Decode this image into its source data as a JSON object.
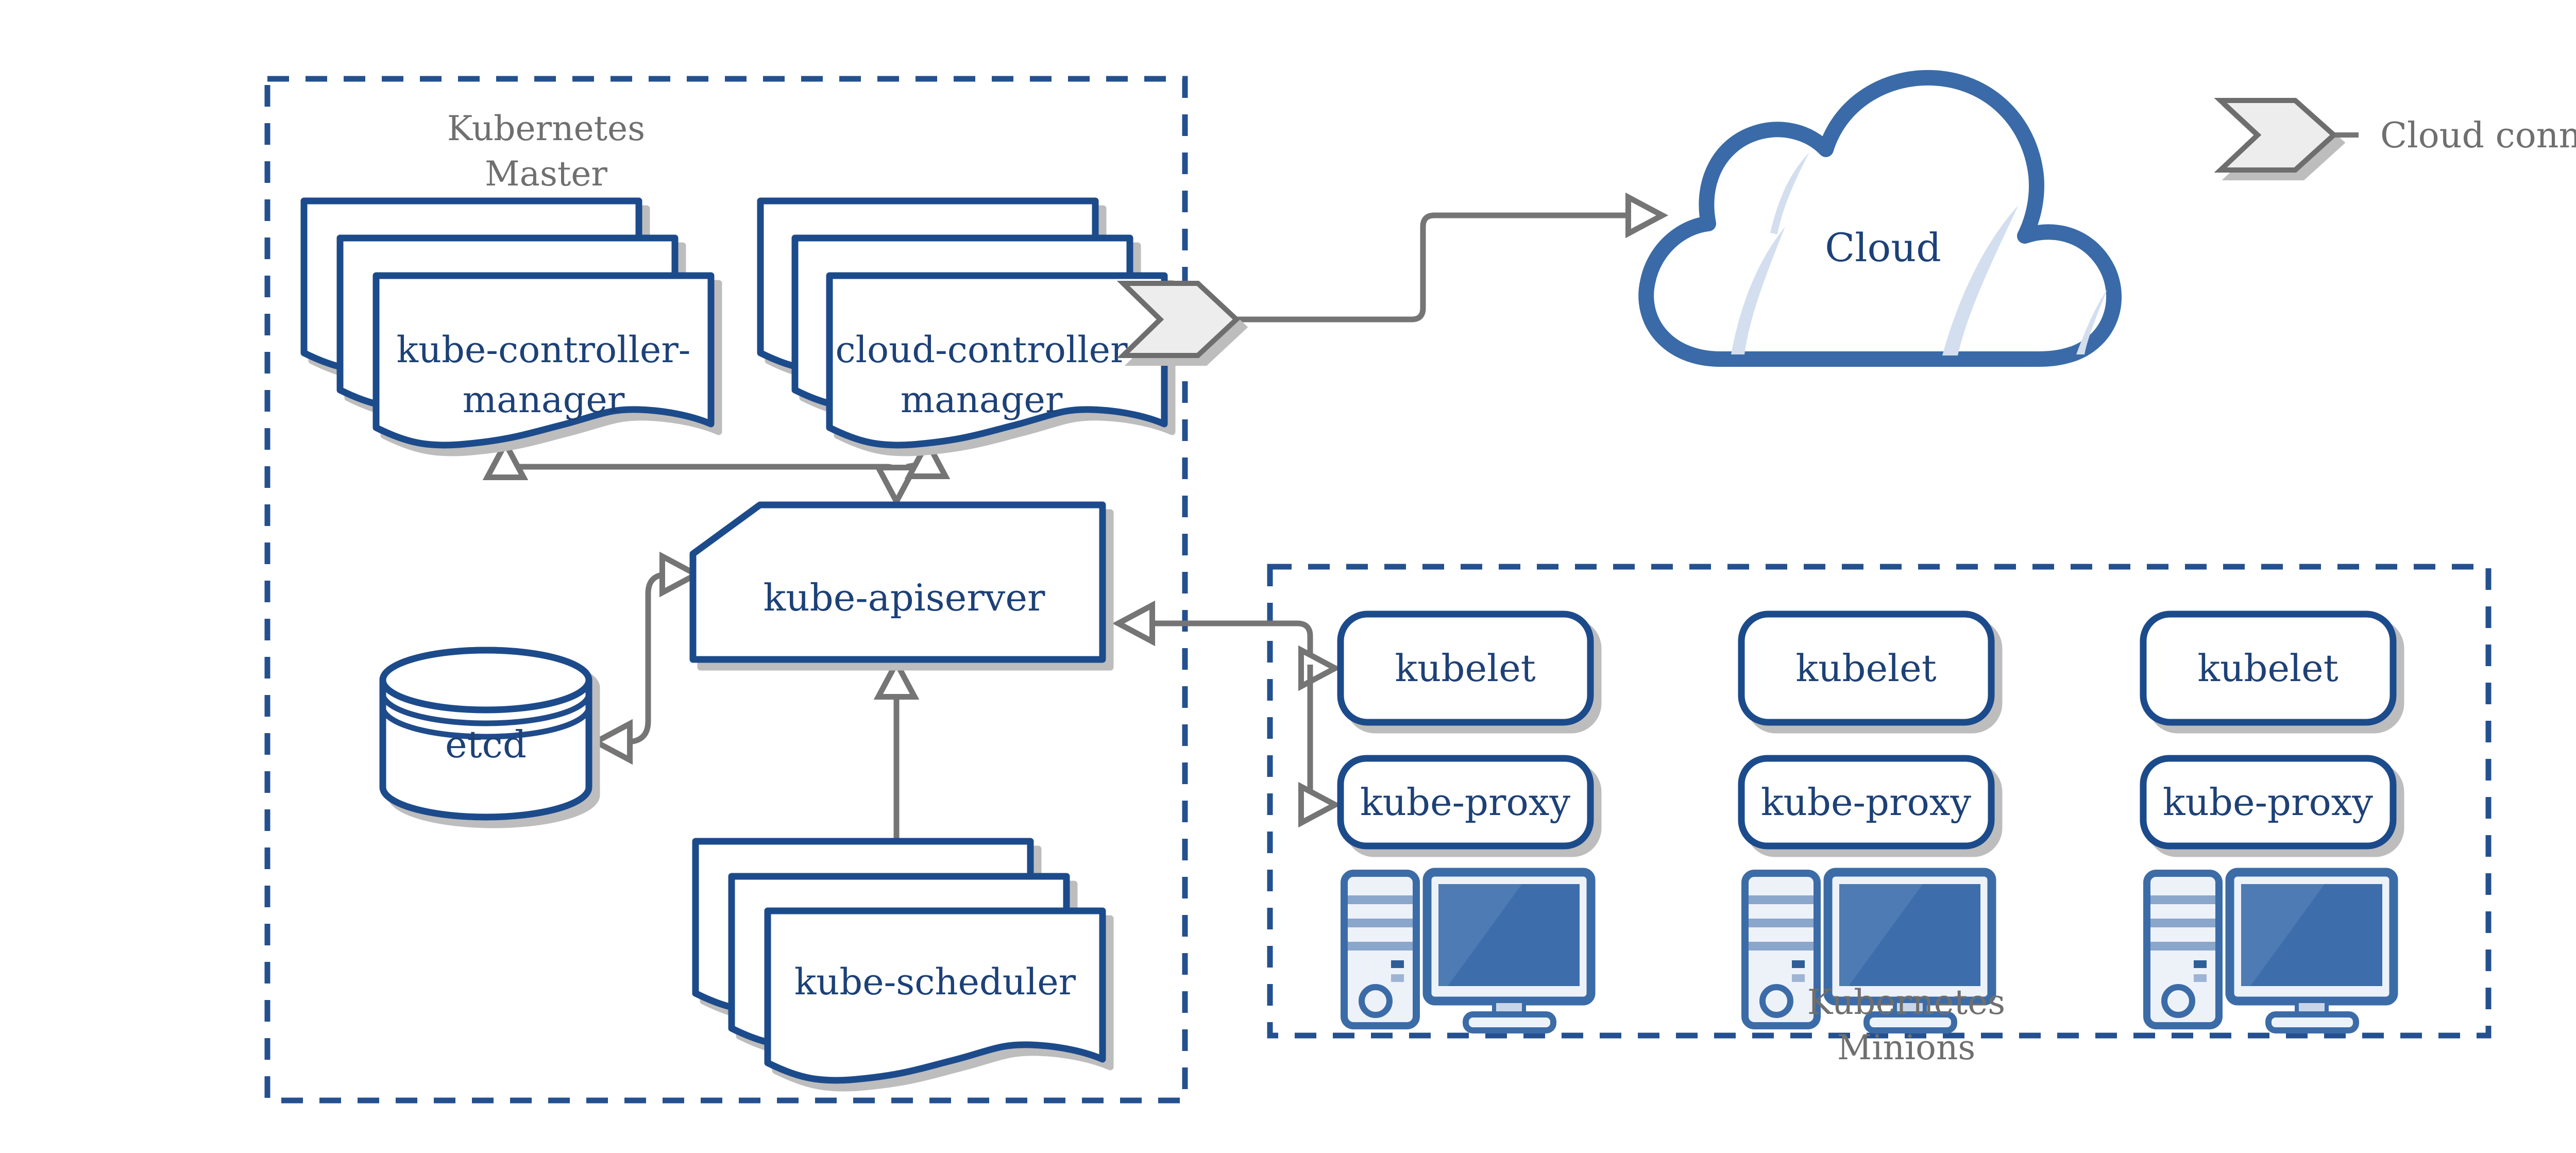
{
  "colors": {
    "node_border_blue": "#1f4b8b",
    "node_text_blue": "#1d4177",
    "dashed_border_blue": "#24508f",
    "gray_text": "#6f6f6f",
    "arrow_gray": "#757575",
    "shadow_gray": "#bdbdbd",
    "chevron_fill": "#ededed",
    "chevron_stroke": "#6e6e6e",
    "computer_blue": "#3c6ca7",
    "computer_light_fill": "#edf2f9",
    "screen_blue": "#3d6dab",
    "screen_shine_blue": "#4e7bb3",
    "cloud_stroke_blue": "#3a6ba8",
    "cloud_crescent": "#d3dfee"
  },
  "legend": {
    "cloud_connector": "Cloud connector"
  },
  "cloud": {
    "label": "Cloud"
  },
  "master": {
    "title_line1": "Kubernetes",
    "title_line2": "Master",
    "kube_controller_manager_line1": "kube-controller-",
    "kube_controller_manager_line2": "manager",
    "cloud_controller_manager_line1": "cloud-controller",
    "cloud_controller_manager_line2": "manager",
    "kube_apiserver": "kube-apiserver",
    "etcd": "etcd",
    "kube_scheduler": "kube-scheduler"
  },
  "minions": {
    "title_line1": "Kubernetes",
    "title_line2": "Minions",
    "nodes": [
      {
        "kubelet": "kubelet",
        "kube_proxy": "kube-proxy"
      },
      {
        "kubelet": "kubelet",
        "kube_proxy": "kube-proxy"
      },
      {
        "kubelet": "kubelet",
        "kube_proxy": "kube-proxy"
      }
    ]
  }
}
